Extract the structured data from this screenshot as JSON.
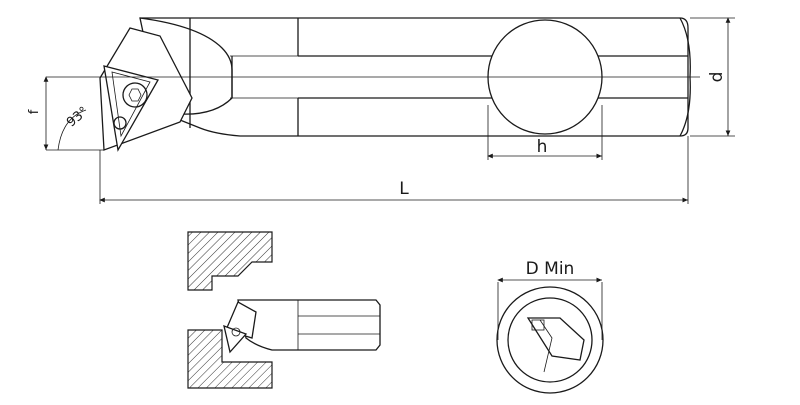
{
  "labels": {
    "dim_f": "f",
    "dim_angle": "93°",
    "dim_d": "d",
    "dim_h": "h",
    "dim_L": "L",
    "dim_dmin": "D Min"
  }
}
